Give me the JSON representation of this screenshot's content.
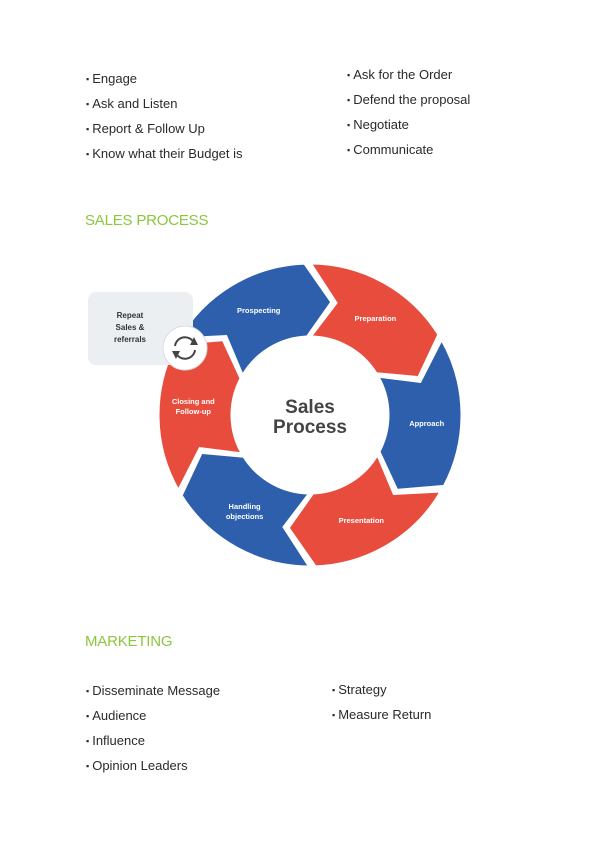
{
  "top_lists": {
    "left": [
      "Engage",
      "Ask and Listen",
      "Report & Follow Up",
      "Know what their Budget is"
    ],
    "right": [
      "Ask for the Order",
      "Defend the proposal",
      "Negotiate",
      "Communicate"
    ]
  },
  "sales_heading": "SALES PROCESS",
  "diagram": {
    "center_line1": "Sales",
    "center_line2": "Process",
    "repeat_line1": "Repeat",
    "repeat_line2": "Sales &",
    "repeat_line3": "referrals",
    "segments": [
      {
        "line1": "Prospecting",
        "line2": "",
        "color": "#2e5fad"
      },
      {
        "line1": "Preparation",
        "line2": "",
        "color": "#e84c3d"
      },
      {
        "line1": "Approach",
        "line2": "",
        "color": "#2e5fad"
      },
      {
        "line1": "Presentation",
        "line2": "",
        "color": "#e84c3d"
      },
      {
        "line1": "Handling",
        "line2": "objections",
        "color": "#2e5fad"
      },
      {
        "line1": "Closing and",
        "line2": "Follow-up",
        "color": "#e84c3d"
      }
    ]
  },
  "marketing_heading": "MARKETING",
  "marketing_lists": {
    "left": [
      "Disseminate Message",
      "Audience",
      "Influence",
      "Opinion Leaders"
    ],
    "right": [
      "Strategy",
      "Measure Return"
    ]
  },
  "colors": {
    "accent": "#8cc63f",
    "blue": "#2e5fad",
    "red": "#e84c3d",
    "box": "#eceff2"
  },
  "icons": {
    "cycle": "refresh-cycle-icon"
  }
}
